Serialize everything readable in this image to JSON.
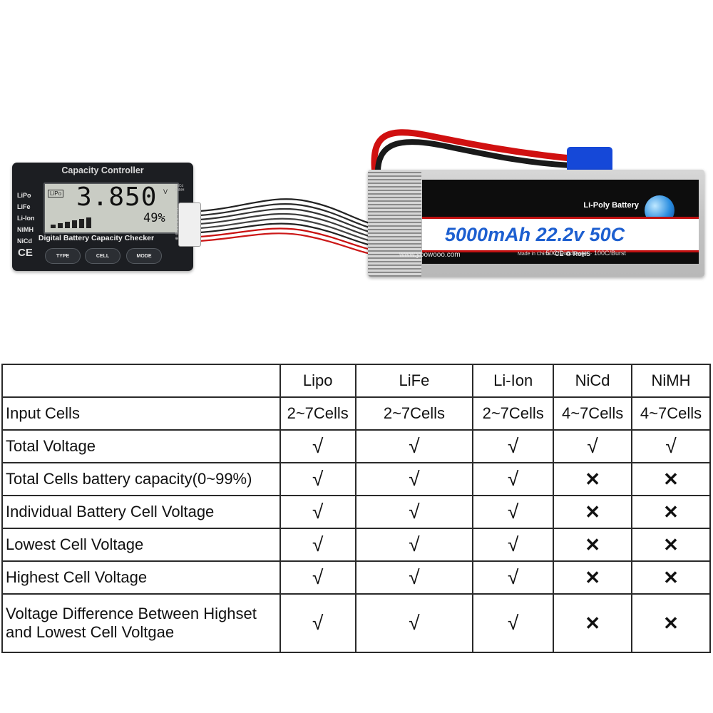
{
  "checker": {
    "title": "Capacity Controller",
    "battery_types": [
      "LiPo",
      "LiFe",
      "Li-Ion",
      "NiMH",
      "NiCd"
    ],
    "lcd_type": "LiPo",
    "lcd_voltage": "3.850",
    "lcd_unit": "V",
    "lcd_percent": "49%",
    "label": "Digital Battery Capacity Checker",
    "buttons": [
      "TYPE",
      "CELL",
      "MODE"
    ],
    "ce": "CE",
    "side_text": "NiCd NiMH",
    "pin_labels": "7 6 5 4 3 2 1 ⊖ ⊕"
  },
  "battery": {
    "type_label": "Li-Poly Battery",
    "spec": "5000mAh 22.2v 50C",
    "rates": "· 50C/Discharge  · 100C/Burst",
    "url": "www.yoowooo.com",
    "made_in": "Made in China",
    "cert": "CE ♻ RoHS"
  },
  "colors": {
    "spec_blue": "#1d5fd0",
    "stripe_red": "#c01010"
  },
  "table": {
    "columns": [
      "Lipo",
      "LiFe",
      "Li-Ion",
      "NiCd",
      "NiMH"
    ],
    "rows": [
      {
        "feature": "Input Cells",
        "values": [
          "2~7Cells",
          "2~7Cells",
          "2~7Cells",
          "4~7Cells",
          "4~7Cells"
        ]
      },
      {
        "feature": "Total Voltage",
        "values": [
          "√",
          "√",
          "√",
          "√",
          "√"
        ]
      },
      {
        "feature": "Total Cells battery capacity(0~99%)",
        "values": [
          "√",
          "√",
          "√",
          "✕",
          "✕"
        ]
      },
      {
        "feature": "Individual Battery Cell Voltage",
        "values": [
          "√",
          "√",
          "√",
          "✕",
          "✕"
        ]
      },
      {
        "feature": "Lowest Cell Voltage",
        "values": [
          "√",
          "√",
          "√",
          "✕",
          "✕"
        ]
      },
      {
        "feature": "Highest Cell Voltage",
        "values": [
          "√",
          "√",
          "√",
          "✕",
          "✕"
        ]
      },
      {
        "feature": "Voltage Difference Between Highset and Lowest Cell Voltgae",
        "values": [
          "√",
          "√",
          "√",
          "✕",
          "✕"
        ]
      }
    ]
  }
}
